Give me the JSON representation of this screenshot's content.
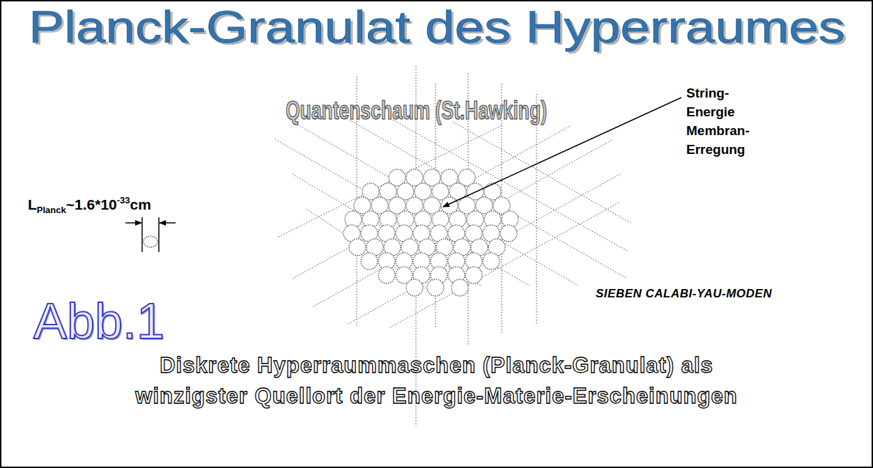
{
  "diagram": {
    "title": "Planck-Granulat des Hyperraumes",
    "caption": "Diskrete Hyperraummaschen (Planck-Granulat) als winzigster Quellort der Energie-Materie-Erscheinungen",
    "labels": [
      "Quantenschaum (St.Hawking)",
      "String- Energie Membran- Erregung",
      "L",
      "Planck",
      "~1.6*10",
      "-33",
      "cm",
      "SIEBEN CALABI-YAU-MODEN",
      "Abb.1"
    ]
  }
}
